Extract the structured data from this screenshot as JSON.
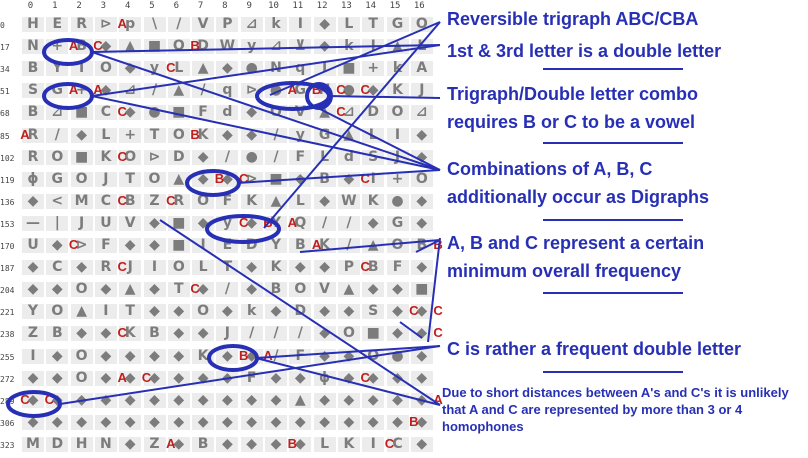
{
  "grid": {
    "column_numbers": [
      "0",
      "1",
      "2",
      "3",
      "4",
      "5",
      "6",
      "7",
      "8",
      "9",
      "10",
      "11",
      "12",
      "13",
      "14",
      "15",
      "16"
    ],
    "row_numbers": [
      "0",
      "17",
      "34",
      "51",
      "68",
      "85",
      "102",
      "119",
      "136",
      "153",
      "170",
      "187",
      "204",
      "221",
      "238",
      "255",
      "272",
      "289",
      "306",
      "323"
    ],
    "cipher_rows": [
      [
        "H",
        "E",
        "R",
        "⊳",
        "p",
        "\\",
        "/",
        "V",
        "P",
        "⊿",
        "k",
        "I",
        "◆",
        "L",
        "T",
        "G",
        "O"
      ],
      [
        "N",
        "+",
        "B",
        "◆",
        "▲",
        "■",
        "O",
        "D",
        "W",
        "y",
        "⊿",
        "⊻",
        "◆",
        "k",
        "I",
        "▲",
        "L"
      ],
      [
        "B",
        "Y",
        "I",
        "O",
        "◆",
        "y",
        "L",
        "▲",
        "◆",
        "●",
        "N",
        "q",
        "I",
        "■",
        "+",
        "k",
        "A"
      ],
      [
        "S",
        "G",
        "+",
        "◆",
        "⊿",
        "/",
        "▲",
        "/",
        "q",
        "⊳",
        "●",
        "G",
        "N",
        "●",
        "◆",
        "K",
        "J"
      ],
      [
        "B",
        "⊿",
        "■",
        "C",
        "◆",
        "●",
        "■",
        "F",
        "d",
        "◆",
        "O",
        "V",
        "▲",
        "⊿",
        "D",
        "O",
        "⊿"
      ],
      [
        "R",
        "/",
        "◆",
        "L",
        "+",
        "T",
        "O",
        "K",
        "◆",
        "◆",
        "/",
        "y",
        "G",
        "▲",
        "L",
        "I",
        "◆"
      ],
      [
        "R",
        "O",
        "■",
        "K",
        "O",
        "⊳",
        "D",
        "◆",
        "/",
        "●",
        "/",
        "F",
        "L",
        "d",
        "S",
        "J",
        "◆"
      ],
      [
        "ϕ",
        "G",
        "O",
        "J",
        "T",
        "O",
        "▲",
        "◆",
        "◆",
        "⊳",
        "■",
        "◆",
        "B",
        "◆",
        "I",
        "+",
        "O"
      ],
      [
        "◆",
        "<",
        "M",
        "C",
        "B",
        "Z",
        "R",
        "O",
        "F",
        "K",
        "▲",
        "L",
        "◆",
        "W",
        "K",
        "●",
        "◆"
      ],
      [
        "—",
        "|",
        "J",
        "U",
        "V",
        "◆",
        "■",
        "◆",
        "y",
        "◆",
        "Y",
        "Q",
        "/",
        "/",
        "◆",
        "G",
        "◆"
      ],
      [
        "U",
        "◆",
        "⊳",
        "F",
        "◆",
        "◆",
        "■",
        "I",
        "E",
        "D",
        "Y",
        "B",
        "K",
        "/",
        "▲",
        "O",
        "B"
      ],
      [
        "◆",
        "C",
        "◆",
        "R",
        "J",
        "I",
        "O",
        "L",
        "T",
        "◆",
        "K",
        "◆",
        "◆",
        "P",
        "B",
        "F",
        "◆"
      ],
      [
        "◆",
        "◆",
        "O",
        "◆",
        "▲",
        "◆",
        "T",
        "◆",
        "/",
        "◆",
        "B",
        "O",
        "V",
        "▲",
        "◆",
        "◆",
        "■"
      ],
      [
        "Y",
        "O",
        "▲",
        "I",
        "T",
        "◆",
        "◆",
        "O",
        "◆",
        "k",
        "◆",
        "D",
        "◆",
        "◆",
        "S",
        "◆",
        "◆"
      ],
      [
        "Z",
        "B",
        "◆",
        "◆",
        "K",
        "B",
        "◆",
        "◆",
        "J",
        "/",
        "/",
        "/",
        "◆",
        "O",
        "■",
        "◆",
        "◆"
      ],
      [
        "I",
        "◆",
        "O",
        "◆",
        "◆",
        "◆",
        "◆",
        "K",
        "◆",
        "◆",
        "/",
        "F",
        "◆",
        "◆",
        "O",
        "●",
        "◆"
      ],
      [
        "◆",
        "◆",
        "O",
        "◆",
        "◆",
        "◆",
        "◆",
        "◆",
        "◆",
        "F",
        "◆",
        "◆",
        "ϕ",
        "◆",
        "◆",
        "◆",
        "◆"
      ],
      [
        "◆",
        "◆",
        "◆",
        "◆",
        "◆",
        "◆",
        "◆",
        "◆",
        "◆",
        "◆",
        "◆",
        "▲",
        "◆",
        "◆",
        "◆",
        "◆",
        "◆"
      ],
      [
        "◆",
        "◆",
        "◆",
        "◆",
        "◆",
        "◆",
        "◆",
        "◆",
        "◆",
        "◆",
        "◆",
        "◆",
        "◆",
        "◆",
        "◆",
        "◆",
        "◆"
      ],
      [
        "M",
        "D",
        "H",
        "N",
        "◆",
        "Z",
        "◆",
        "B",
        "◆",
        "◆",
        "◆",
        "◆",
        "L",
        "K",
        "I",
        "C",
        "◆"
      ]
    ]
  },
  "letter_marks": [
    {
      "row": 0,
      "col": 4,
      "text": "A"
    },
    {
      "row": 1,
      "col": 2,
      "text": "A"
    },
    {
      "row": 1,
      "col": 3,
      "text": "C"
    },
    {
      "row": 1,
      "col": 7,
      "text": "B"
    },
    {
      "row": 2,
      "col": 6,
      "text": "C"
    },
    {
      "row": 3,
      "col": 2,
      "text": "A"
    },
    {
      "row": 3,
      "col": 3,
      "text": "A"
    },
    {
      "row": 3,
      "col": 11,
      "text": "A"
    },
    {
      "row": 3,
      "col": 12,
      "text": "B"
    },
    {
      "row": 3,
      "col": 13,
      "text": "C"
    },
    {
      "row": 3,
      "col": 14,
      "text": "C"
    },
    {
      "row": 4,
      "col": 4,
      "text": "C"
    },
    {
      "row": 4,
      "col": 13,
      "text": "C"
    },
    {
      "row": 5,
      "col": 0,
      "text": "A"
    },
    {
      "row": 5,
      "col": 7,
      "text": "B"
    },
    {
      "row": 6,
      "col": 4,
      "text": "C"
    },
    {
      "row": 7,
      "col": 8,
      "text": "B"
    },
    {
      "row": 7,
      "col": 9,
      "text": "C"
    },
    {
      "row": 7,
      "col": 14,
      "text": "C"
    },
    {
      "row": 8,
      "col": 4,
      "text": "C"
    },
    {
      "row": 8,
      "col": 6,
      "text": "C"
    },
    {
      "row": 9,
      "col": 9,
      "text": "C"
    },
    {
      "row": 9,
      "col": 10,
      "text": "B"
    },
    {
      "row": 9,
      "col": 11,
      "text": "A"
    },
    {
      "row": 10,
      "col": 2,
      "text": "C"
    },
    {
      "row": 10,
      "col": 12,
      "text": "A"
    },
    {
      "row": 10,
      "col": 17,
      "text": "B"
    },
    {
      "row": 11,
      "col": 4,
      "text": "C"
    },
    {
      "row": 11,
      "col": 14,
      "text": "C"
    },
    {
      "row": 12,
      "col": 7,
      "text": "C"
    },
    {
      "row": 13,
      "col": 16,
      "text": "C"
    },
    {
      "row": 13,
      "col": 17,
      "text": "C"
    },
    {
      "row": 14,
      "col": 4,
      "text": "C"
    },
    {
      "row": 14,
      "col": 17,
      "text": "C"
    },
    {
      "row": 15,
      "col": 9,
      "text": "B"
    },
    {
      "row": 15,
      "col": 10,
      "text": "A"
    },
    {
      "row": 16,
      "col": 4,
      "text": "A"
    },
    {
      "row": 16,
      "col": 5,
      "text": "C"
    },
    {
      "row": 16,
      "col": 14,
      "text": "C"
    },
    {
      "row": 17,
      "col": 0,
      "text": "C"
    },
    {
      "row": 17,
      "col": 1,
      "text": "C"
    },
    {
      "row": 17,
      "col": 17,
      "text": "A"
    },
    {
      "row": 18,
      "col": 16,
      "text": "B"
    },
    {
      "row": 19,
      "col": 6,
      "text": "A"
    },
    {
      "row": 19,
      "col": 11,
      "text": "B"
    },
    {
      "row": 19,
      "col": 15,
      "text": "C"
    }
  ],
  "annotations": {
    "note1": "Reversible trigraph ABC/CBA",
    "note2": "1st & 3rd letter is a double letter",
    "note3a": "Trigraph/Double letter combo",
    "note3b": "requires B or C to be a vowel",
    "note4a": "Combinations of A, B, C",
    "note4b": "additionally occur as Digraphs",
    "note5a": "A, B and C represent a certain",
    "note5b": "minimum overall frequency",
    "note6": "C is rather a frequent double letter",
    "note7": "Due to short distances between A's and C's it is unlikely that A and C are represented by more than 3 or 4 homophones"
  },
  "colors": {
    "annotation_blue": "#2730b5",
    "letter_red": "#c0201c",
    "cell_gray": "#ececec",
    "glyph_gray": "#7c7c7c"
  }
}
